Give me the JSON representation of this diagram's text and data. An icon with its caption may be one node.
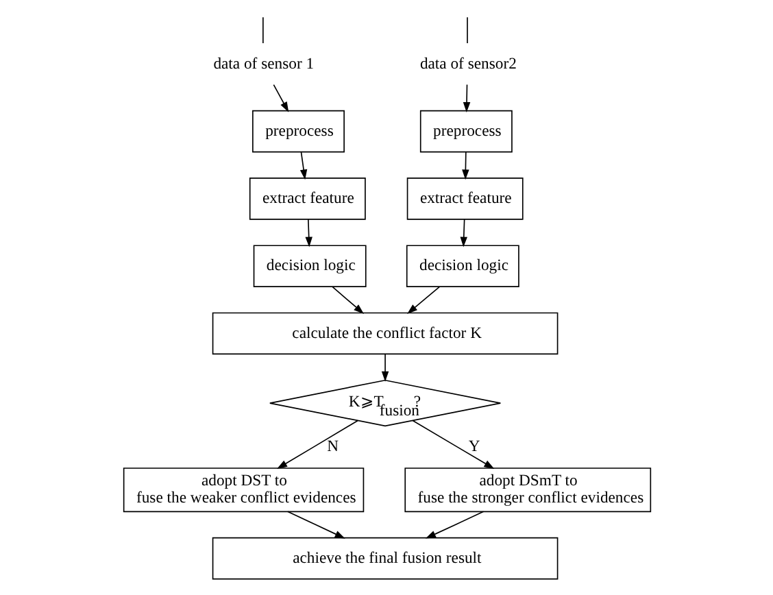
{
  "diagram": {
    "nodes": [
      {
        "text": [
          "data of sensor 1"
        ]
      },
      {
        "text": [
          "data of sensor2"
        ]
      },
      {
        "text": [
          "preprocess"
        ]
      },
      {
        "text": [
          "preprocess"
        ]
      },
      {
        "text": [
          "extract feature"
        ]
      },
      {
        "text": [
          "extract feature"
        ]
      },
      {
        "text": [
          "decision logic"
        ]
      },
      {
        "text": [
          "decision logic"
        ]
      },
      {
        "text": [
          "calculate the conflict factor K"
        ]
      },
      {
        "text": [
          "K⩾T$_{fusion}$?"
        ]
      },
      {
        "text": [
          "adopt DST to fuse the weaker conflict evidences"
        ]
      },
      {
        "text": [
          "adopt DSmT to fuse the stronger conflict evidences"
        ]
      },
      {
        "text": [
          "achieve the final fusion result"
        ]
      }
    ],
    "edges": [
      {
        "from": null,
        "to": 0,
        "arrow": "none"
      },
      {
        "from": null,
        "to": 1,
        "arrow": "none"
      },
      {
        "from": 0,
        "to": 2,
        "arrow": "to"
      },
      {
        "from": 1,
        "to": 3,
        "arrow": "to"
      },
      {
        "from": 2,
        "to": 4,
        "arrow": "to"
      },
      {
        "from": 3,
        "to": 5,
        "arrow": "to"
      },
      {
        "from": 4,
        "to": 6,
        "arrow": "to"
      },
      {
        "from": 5,
        "to": 7,
        "arrow": "to"
      },
      {
        "from": 6,
        "to": 8,
        "arrow": "to"
      },
      {
        "from": 7,
        "to": 8,
        "arrow": "to"
      },
      {
        "from": 8,
        "to": 9,
        "arrow": "to"
      },
      {
        "from": 9,
        "to": 10,
        "label": "N",
        "arrow": "to"
      },
      {
        "from": 9,
        "to": 11,
        "label": "Y",
        "arrow": "to"
      },
      {
        "from": 10,
        "to": 12,
        "arrow": "to"
      },
      {
        "from": 11,
        "to": 12,
        "arrow": "to"
      }
    ]
  }
}
